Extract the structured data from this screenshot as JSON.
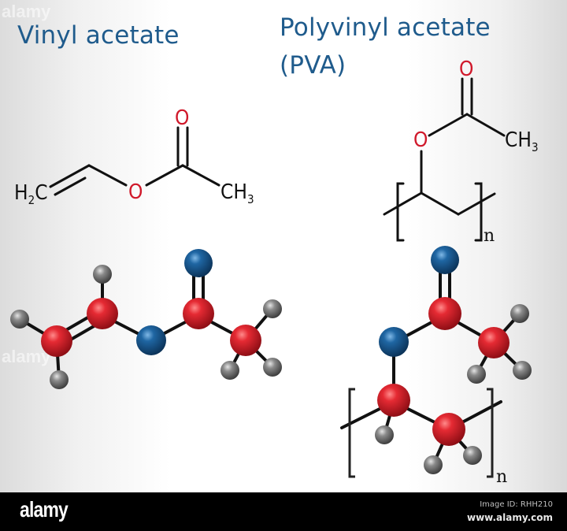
{
  "titles": {
    "left": "Vinyl acetate",
    "right_line1": "Polyvinyl acetate",
    "right_line2": "(PVA)"
  },
  "vinyl_acetate_2d": {
    "h2c": "H",
    "h2c_sub": "2",
    "h2c_c": "C",
    "ether_o": "O",
    "carbonyl_o": "O",
    "ch3": "CH",
    "ch3_sub": "3"
  },
  "pva_2d": {
    "carbonyl_o": "O",
    "ether_o": "O",
    "ch3": "CH",
    "ch3_sub": "3",
    "repeat": "n"
  },
  "pva_3d": {
    "repeat": "n"
  },
  "colors": {
    "title": "#1f5b8c",
    "oxygen_label": "#d0192b",
    "carbon_ball": "#d41f2a",
    "oxygen_ball": "#1c5a8c",
    "hydrogen_ball": "#7a7a7a",
    "bond": "#111111"
  },
  "footer": {
    "logo": "alamy",
    "image_id": "Image ID: RHH210",
    "site": "www.alamy.com"
  },
  "watermark": "alamy"
}
